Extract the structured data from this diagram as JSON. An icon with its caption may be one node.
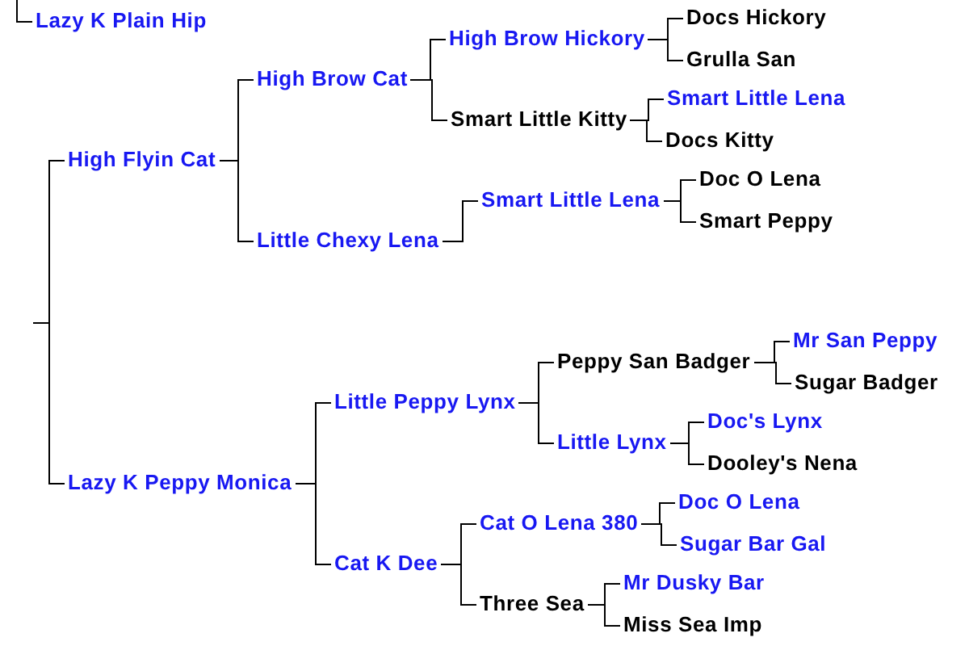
{
  "diagram": {
    "nodes": [
      {
        "text": [
          "Lazy K Plain Hip"
        ]
      },
      {
        "text": [
          "High Flyin Cat"
        ]
      },
      {
        "text": [
          "High Brow Cat"
        ]
      },
      {
        "text": [
          "High Brow Hickory"
        ]
      },
      {
        "text": [
          "Docs Hickory"
        ]
      },
      {
        "text": [
          "Grulla San"
        ]
      },
      {
        "text": [
          "Smart Little Kitty"
        ]
      },
      {
        "text": [
          "Smart Little Lena"
        ]
      },
      {
        "text": [
          "Docs Kitty"
        ]
      },
      {
        "text": [
          "Little Chexy Lena"
        ]
      },
      {
        "text": [
          "Smart Little Lena"
        ]
      },
      {
        "text": [
          "Doc O Lena"
        ]
      },
      {
        "text": [
          "Smart Peppy"
        ]
      },
      {
        "text": [
          "Lazy K Peppy Monica"
        ]
      },
      {
        "text": [
          "Little Peppy Lynx"
        ]
      },
      {
        "text": [
          "Peppy San Badger"
        ]
      },
      {
        "text": [
          "Mr San Peppy"
        ]
      },
      {
        "text": [
          "Sugar Badger"
        ]
      },
      {
        "text": [
          "Little Lynx"
        ]
      },
      {
        "text": [
          "Doc's Lynx"
        ]
      },
      {
        "text": [
          "Dooley's Nena"
        ]
      },
      {
        "text": [
          "Cat K Dee"
        ]
      },
      {
        "text": [
          "Cat O Lena 380"
        ]
      },
      {
        "text": [
          "Doc O Lena"
        ]
      },
      {
        "text": [
          "Sugar Bar Gal"
        ]
      },
      {
        "text": [
          "Three Sea"
        ]
      },
      {
        "text": [
          "Mr Dusky Bar"
        ]
      },
      {
        "text": [
          "Miss Sea Imp"
        ]
      }
    ],
    "edges": [
      {
        "from": null,
        "to": 0,
        "arrow": "none"
      },
      {
        "from": null,
        "to": 1,
        "arrow": "none"
      },
      {
        "from": null,
        "to": 13,
        "arrow": "none"
      },
      {
        "from": 1,
        "to": 2,
        "arrow": "none"
      },
      {
        "from": 1,
        "to": 9,
        "arrow": "none"
      },
      {
        "from": 2,
        "to": 3,
        "arrow": "none"
      },
      {
        "from": 2,
        "to": 6,
        "arrow": "none"
      },
      {
        "from": 3,
        "to": 4,
        "arrow": "none"
      },
      {
        "from": 3,
        "to": 5,
        "arrow": "none"
      },
      {
        "from": 6,
        "to": 7,
        "arrow": "none"
      },
      {
        "from": 6,
        "to": 8,
        "arrow": "none"
      },
      {
        "from": 9,
        "to": 10,
        "arrow": "none"
      },
      {
        "from": 10,
        "to": 11,
        "arrow": "none"
      },
      {
        "from": 10,
        "to": 12,
        "arrow": "none"
      },
      {
        "from": 13,
        "to": 14,
        "arrow": "none"
      },
      {
        "from": 13,
        "to": 21,
        "arrow": "none"
      },
      {
        "from": 14,
        "to": 15,
        "arrow": "none"
      },
      {
        "from": 14,
        "to": 18,
        "arrow": "none"
      },
      {
        "from": 15,
        "to": 16,
        "arrow": "none"
      },
      {
        "from": 15,
        "to": 17,
        "arrow": "none"
      },
      {
        "from": 18,
        "to": 19,
        "arrow": "none"
      },
      {
        "from": 18,
        "to": 20,
        "arrow": "none"
      },
      {
        "from": 21,
        "to": 22,
        "arrow": "none"
      },
      {
        "from": 21,
        "to": 25,
        "arrow": "none"
      },
      {
        "from": 22,
        "to": 23,
        "arrow": "none"
      },
      {
        "from": 22,
        "to": 24,
        "arrow": "none"
      },
      {
        "from": 25,
        "to": 26,
        "arrow": "none"
      },
      {
        "from": 25,
        "to": 27,
        "arrow": "none"
      }
    ]
  }
}
